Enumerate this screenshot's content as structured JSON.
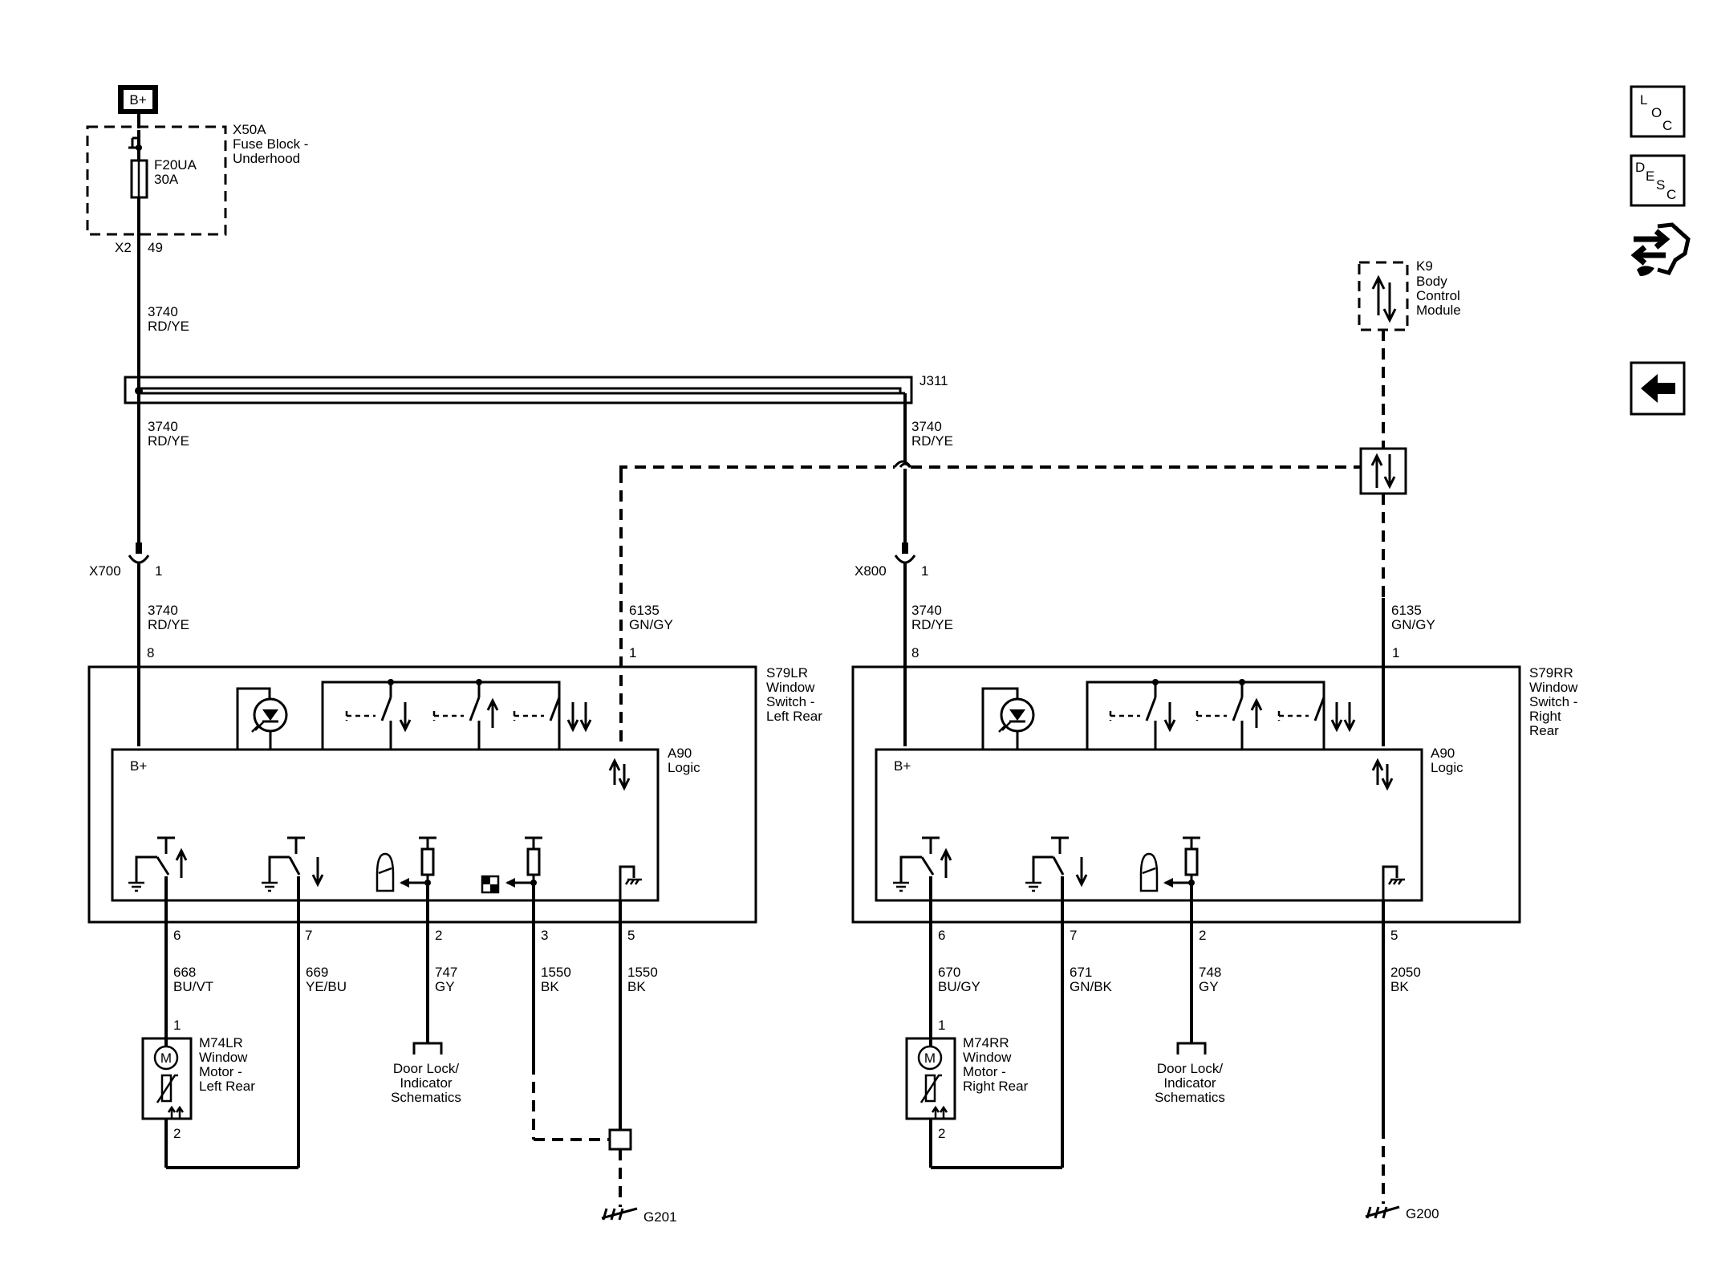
{
  "power": {
    "source": "B+"
  },
  "fuse_block": {
    "id": "X50A",
    "name_line1": "Fuse Block -",
    "name_line2": "Underhood",
    "fuse_id": "F20UA",
    "fuse_rating": "30A",
    "connector": "X2",
    "pin": "49"
  },
  "splice": {
    "id": "J311"
  },
  "bcm": {
    "id": "K9",
    "name_line1": "Body",
    "name_line2": "Control",
    "name_line3": "Module"
  },
  "nav": {
    "loc": [
      "L",
      "O",
      "C"
    ],
    "desc": [
      "D",
      "E",
      "S",
      "C"
    ],
    "icons": [
      "loc-icon",
      "desc-icon",
      "connector-tool-icon",
      "back-arrow-icon"
    ]
  },
  "left": {
    "inline_connector": "X700",
    "inline_pin": "1",
    "feed_circuit": "3740",
    "feed_color": "RD/YE",
    "bus_circuit": "6135",
    "bus_color": "GN/GY",
    "switch_id": "S79LR",
    "switch_line1": "Window",
    "switch_line2": "Switch -",
    "switch_line3": "Left Rear",
    "logic_id": "A90",
    "logic_label": "Logic",
    "bplus": "B+",
    "pin_feed": "8",
    "pin_bus": "1",
    "pins": [
      "6",
      "7",
      "2",
      "3",
      "5"
    ],
    "circuits": [
      {
        "num": "668",
        "color": "BU/VT"
      },
      {
        "num": "669",
        "color": "YE/BU"
      },
      {
        "num": "747",
        "color": "GY"
      },
      {
        "num": "1550",
        "color": "BK"
      },
      {
        "num": "1550",
        "color": "BK"
      }
    ],
    "motor_id": "M74LR",
    "motor_line1": "Window",
    "motor_line2": "Motor -",
    "motor_line3": "Left Rear",
    "motor_pin_top": "1",
    "motor_pin_bottom": "2",
    "motor_symbol": "M",
    "ref_line1": "Door Lock/",
    "ref_line2": "Indicator",
    "ref_line3": "Schematics",
    "ground": "G201"
  },
  "right": {
    "inline_connector": "X800",
    "inline_pin": "1",
    "feed_circuit": "3740",
    "feed_color": "RD/YE",
    "bus_circuit": "6135",
    "bus_color": "GN/GY",
    "switch_id": "S79RR",
    "switch_line1": "Window",
    "switch_line2": "Switch -",
    "switch_line3": "Right",
    "switch_line4": "Rear",
    "logic_id": "A90",
    "logic_label": "Logic",
    "bplus": "B+",
    "pin_feed": "8",
    "pin_bus": "1",
    "pins": [
      "6",
      "7",
      "2",
      "5"
    ],
    "circuits": [
      {
        "num": "670",
        "color": "BU/GY"
      },
      {
        "num": "671",
        "color": "GN/BK"
      },
      {
        "num": "748",
        "color": "GY"
      },
      {
        "num": "2050",
        "color": "BK"
      }
    ],
    "motor_id": "M74RR",
    "motor_line1": "Window",
    "motor_line2": "Motor -",
    "motor_line3": "Right Rear",
    "motor_pin_top": "1",
    "motor_pin_bottom": "2",
    "motor_symbol": "M",
    "ref_line1": "Door Lock/",
    "ref_line2": "Indicator",
    "ref_line3": "Schematics",
    "ground": "G200"
  }
}
